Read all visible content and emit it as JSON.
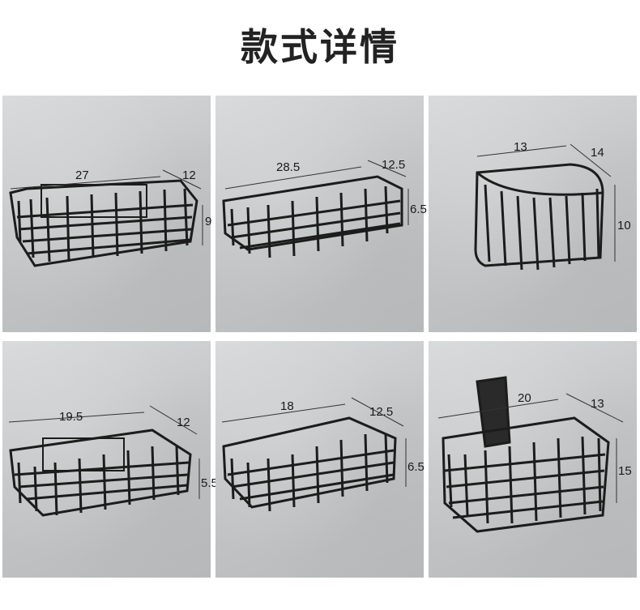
{
  "title": "款式详情",
  "products": [
    {
      "dims": [
        "27",
        "12",
        "9"
      ]
    },
    {
      "dims": [
        "28.5",
        "12.5",
        "6.5"
      ]
    },
    {
      "dims": [
        "13",
        "14",
        "10"
      ]
    },
    {
      "dims": [
        "19.5",
        "12",
        "5.5"
      ]
    },
    {
      "dims": [
        "18",
        "12.5",
        "6.5"
      ]
    },
    {
      "dims": [
        "20",
        "13",
        "15"
      ]
    }
  ],
  "colors": {
    "metal": "#1c1c1c",
    "background": "#c6c8c9"
  }
}
